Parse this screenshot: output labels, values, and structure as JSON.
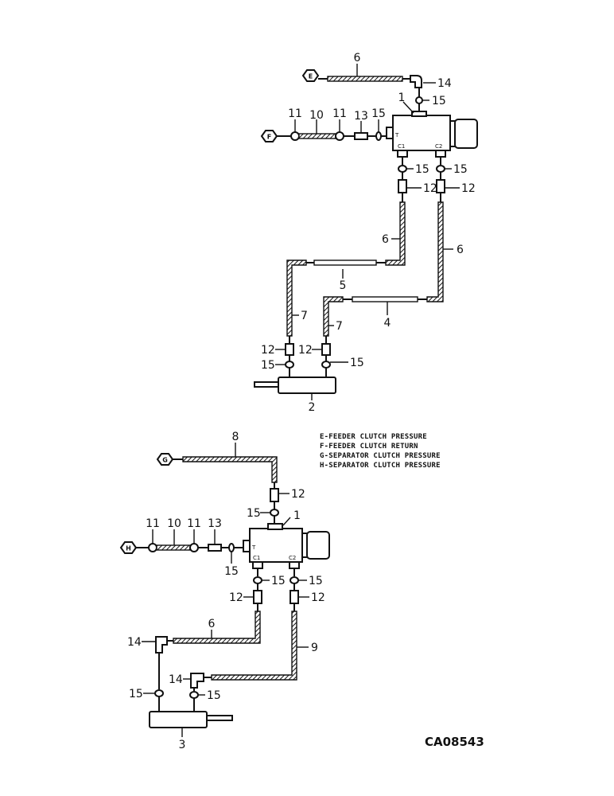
{
  "legend": {
    "e": "E-FEEDER CLUTCH PRESSURE",
    "f": "F-FEEDER CLUTCH RETURN",
    "g": "G-SEPARATOR CLUTCH PRESSURE",
    "h": "H-SEPARATOR CLUTCH PRESSURE"
  },
  "drawing_code": "CA08543",
  "tags": {
    "e": "E",
    "f": "F",
    "g": "G",
    "h": "H"
  },
  "ports": {
    "t": "T",
    "c1": "C1",
    "c2": "C2"
  },
  "callouts": {
    "top": {
      "n6a": "6",
      "n14": "14",
      "n15a": "15",
      "n1": "1",
      "n11a": "11",
      "n10": "10",
      "n11b": "11",
      "n13": "13",
      "n15b": "15",
      "n15c": "15",
      "n15d": "15",
      "n12a": "12",
      "n12b": "12",
      "n6b": "6",
      "n6c": "6",
      "n5": "5",
      "n4": "4",
      "n7a": "7",
      "n7b": "7",
      "n12c": "12",
      "n12d": "12",
      "n15e": "15",
      "n15f": "15",
      "n2": "2"
    },
    "bottom": {
      "n8": "8",
      "n12a": "12",
      "n15a": "15",
      "n1": "1",
      "n11a": "11",
      "n10": "10",
      "n11b": "11",
      "n13": "13",
      "n15b": "15",
      "n15c": "15",
      "n15d": "15",
      "n12b": "12",
      "n12c": "12",
      "n6": "6",
      "n9": "9",
      "n14a": "14",
      "n14b": "14",
      "n15e": "15",
      "n15f": "15",
      "n3": "3"
    }
  }
}
